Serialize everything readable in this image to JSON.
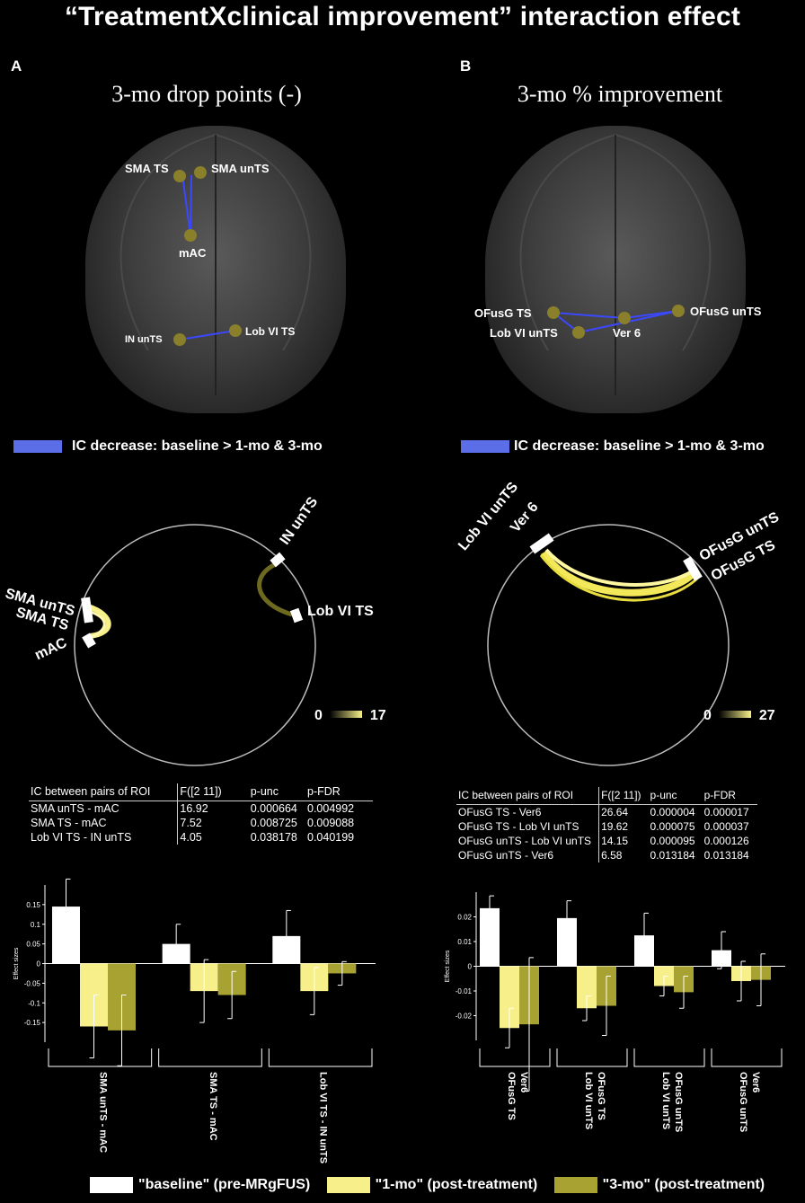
{
  "title": "“TreatmentXclinical improvement” interaction effect",
  "panels": {
    "A": {
      "letter": "A",
      "subtitle": "3-mo drop points (-)",
      "brain_labels": [
        "SMA TS",
        "SMA unTS",
        "mAC",
        "IN unTS",
        "Lob VI TS"
      ],
      "legend": "IC decrease: baseline > 1-mo & 3-mo",
      "circle_labels": [
        "IN unTS",
        "Lob VI TS",
        "SMA unTS",
        "SMA TS",
        "mAC"
      ],
      "colorbar": {
        "min": "0",
        "max": "17"
      },
      "table": {
        "headers": [
          "IC between pairs of ROI",
          "F([2 11])",
          "p-unc",
          "p-FDR"
        ],
        "rows": [
          [
            "SMA unTS  - mAC",
            "16.92",
            "0.000664",
            "0.004992"
          ],
          [
            "SMA TS - mAC",
            "7.52",
            "0.008725",
            "0.009088"
          ],
          [
            "Lob VI TS - IN unTS",
            "4.05",
            "0.038178",
            "0.040199"
          ]
        ]
      }
    },
    "B": {
      "letter": "B",
      "subtitle": "3-mo %  improvement",
      "brain_labels": [
        "OFusG TS",
        "Lob VI unTS",
        "Ver 6",
        "OFusG unTS"
      ],
      "legend": "IC decrease: baseline > 1-mo & 3-mo",
      "circle_labels": [
        "Lob VI unTS",
        "Ver 6",
        "OFusG unTS",
        "OFusG TS"
      ],
      "colorbar": {
        "min": "0",
        "max": "27"
      },
      "table": {
        "headers": [
          "IC between pairs of ROI",
          "F([2 11])",
          "p-unc",
          "p-FDR"
        ],
        "rows": [
          [
            "OFusG TS  - Ver6",
            "26.64",
            "0.000004",
            "0.000017"
          ],
          [
            "OFusG TS  - Lob VI unTS",
            "19.62",
            "0.000075",
            "0.000037"
          ],
          [
            "OFusG unTS  - Lob VI unTS",
            "14.15",
            "0.000095",
            "0.000126"
          ],
          [
            "OFusG unTS  - Ver6",
            "6.58",
            "0.013184",
            "0.013184"
          ]
        ]
      }
    }
  },
  "colors": {
    "baseline": "#ffffff",
    "mo1": "#f7f08a",
    "mo3": "#a8a232",
    "ic_decrease": "#5b6ee8"
  },
  "chart_data": [
    {
      "type": "bar",
      "ylabel": "Effect sizes",
      "ylim": [
        -0.2,
        0.2
      ],
      "yticks": [
        "0.15",
        "0.1",
        "0.05",
        "0",
        "-0.05",
        "-0.1",
        "-0.15"
      ],
      "categories": [
        "SMA unTS - mAC",
        "SMA TS - mAC",
        "Lob VI TS - IN unTS"
      ],
      "series": [
        {
          "name": "\"baseline\" (pre-MRgFUS)",
          "values": [
            0.145,
            0.05,
            0.07
          ],
          "err": [
            0.07,
            0.05,
            0.065
          ]
        },
        {
          "name": "\"1-mo\" (post-treatment)",
          "values": [
            -0.16,
            -0.07,
            -0.07
          ],
          "err": [
            0.08,
            0.08,
            0.06
          ]
        },
        {
          "name": "\"3-mo\" (post-treatment)",
          "values": [
            -0.17,
            -0.08,
            -0.025
          ],
          "err": [
            0.09,
            0.06,
            0.03
          ]
        }
      ]
    },
    {
      "type": "bar",
      "ylabel": "Effect sizes",
      "ylim": [
        -0.03,
        0.03
      ],
      "yticks": [
        "0.02",
        "0.01",
        "0",
        "-0.01",
        "-0.02"
      ],
      "categories": [
        "OFusG TS Ver6",
        "Lob VI unTS OFusG TS",
        "Lob VI unTS OFusG unTS",
        "OFusG unTS Ver6"
      ],
      "series": [
        {
          "name": "\"baseline\" (pre-MRgFUS)",
          "values": [
            0.0235,
            0.0195,
            0.0125,
            0.0065
          ],
          "err": [
            0.005,
            0.007,
            0.009,
            0.0075
          ]
        },
        {
          "name": "\"1-mo\" (post-treatment)",
          "values": [
            -0.025,
            -0.017,
            -0.008,
            -0.006
          ],
          "err": [
            0.008,
            0.005,
            0.004,
            0.008
          ]
        },
        {
          "name": "\"3-mo\" (post-treatment)",
          "values": [
            -0.0235,
            -0.016,
            -0.0105,
            -0.0055
          ],
          "err": [
            0.027,
            0.012,
            0.0065,
            0.0105
          ]
        }
      ]
    }
  ],
  "bottom_legend": [
    "\"baseline\" (pre-MRgFUS)",
    "\"1-mo\" (post-treatment)",
    "\"3-mo\" (post-treatment)"
  ]
}
